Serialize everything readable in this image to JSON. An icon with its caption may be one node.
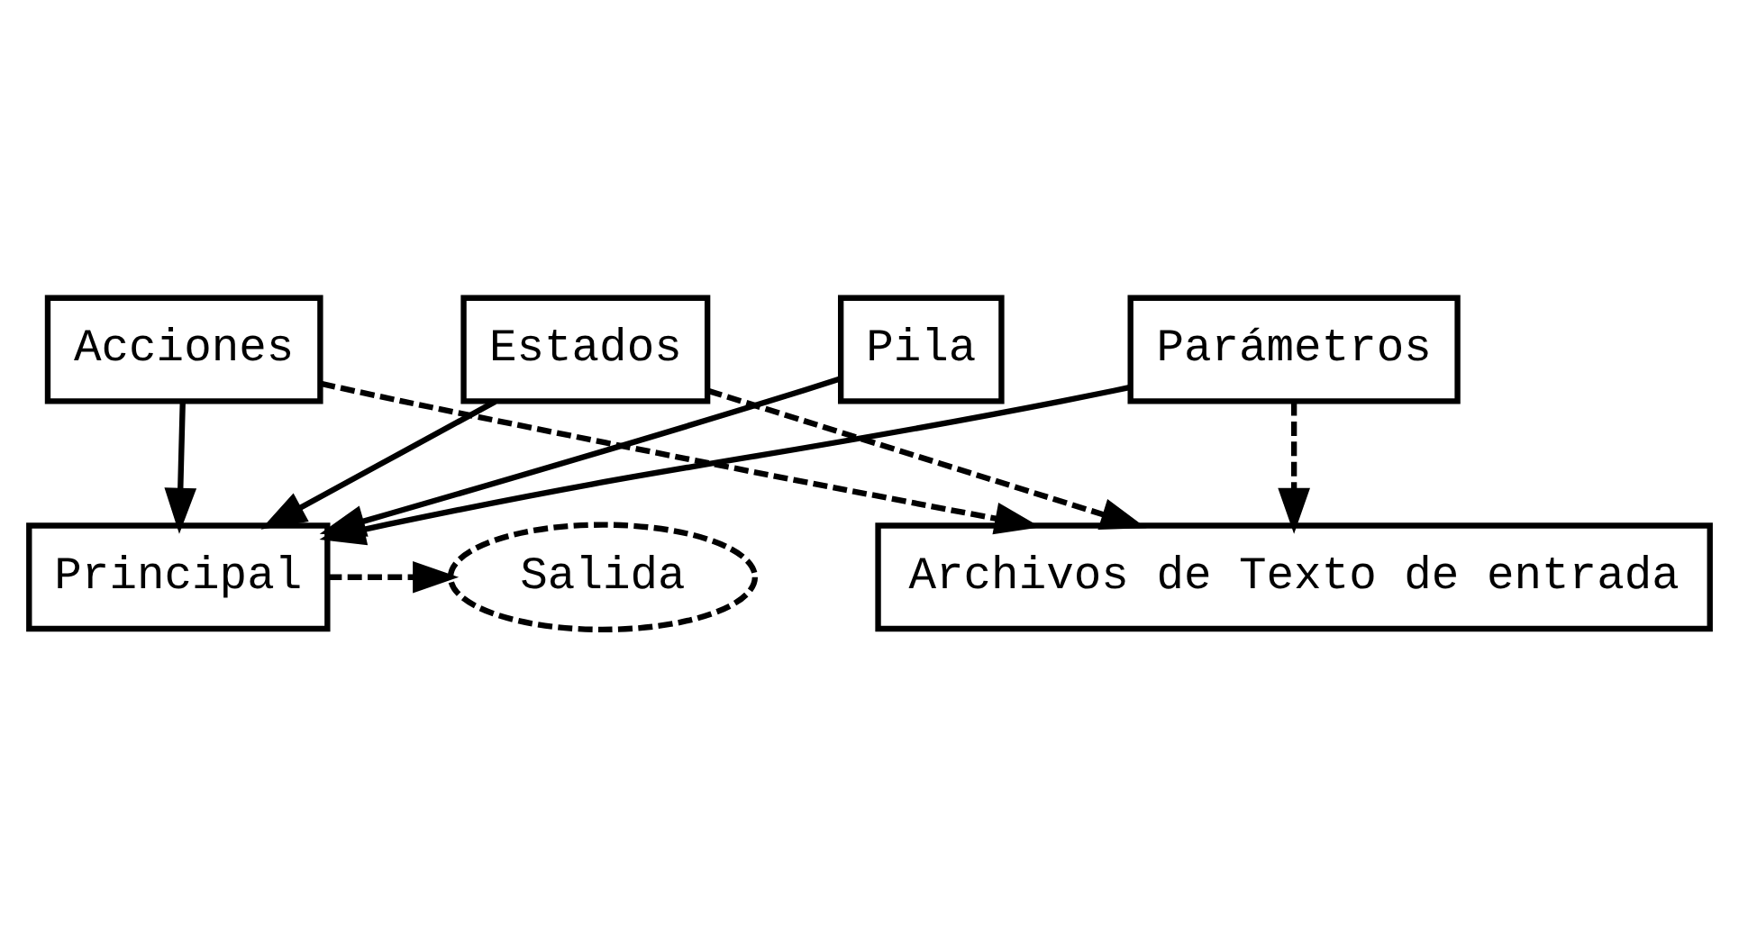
{
  "diagram": {
    "nodes": [
      {
        "text": [
          "Acciones"
        ]
      },
      {
        "text": [
          "Estados"
        ]
      },
      {
        "text": [
          "Principal"
        ]
      },
      {
        "text": [
          "Salida"
        ]
      },
      {
        "text": [
          "Pila"
        ]
      },
      {
        "text": [
          "Parámetros"
        ]
      },
      {
        "text": [
          "Archivos de Texto de entrada"
        ]
      }
    ],
    "edges": [
      {
        "from": 0,
        "to": 2,
        "arrow": "to"
      },
      {
        "from": 1,
        "to": 2,
        "arrow": "to"
      },
      {
        "from": 2,
        "to": 3,
        "arrow": "to",
        "style": "dashed"
      },
      {
        "from": 4,
        "to": 2,
        "arrow": "to"
      },
      {
        "from": 5,
        "to": 2,
        "arrow": "to"
      },
      {
        "from": 0,
        "to": 6,
        "arrow": "to",
        "style": "dashed"
      },
      {
        "from": 1,
        "to": 6,
        "arrow": "to",
        "style": "dashed"
      },
      {
        "from": 5,
        "to": 6,
        "arrow": "to",
        "style": "dashed"
      }
    ]
  }
}
